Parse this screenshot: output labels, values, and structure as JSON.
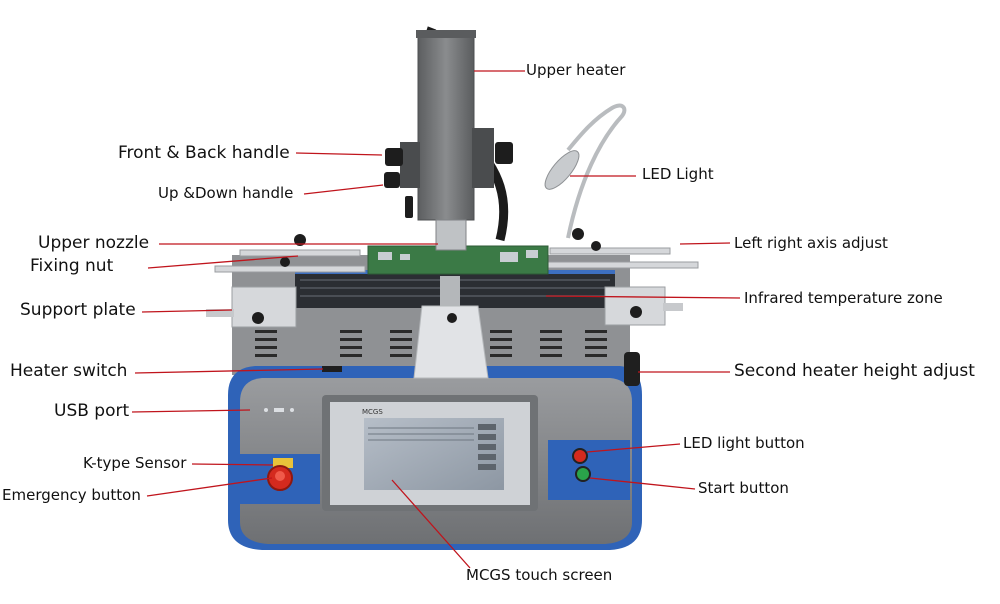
{
  "labels": {
    "upper_heater": "Upper heater",
    "front_back_handle": "Front & Back handle",
    "up_down_handle": "Up &Down handle",
    "led_light": "LED Light",
    "upper_nozzle": "Upper nozzle",
    "left_right_axis": "Left right axis adjust",
    "fixing_nut": "Fixing nut",
    "support_plate": "Support plate",
    "infrared_zone": "Infrared temperature zone",
    "heater_switch": "Heater switch",
    "second_heater": "Second heater height adjust",
    "usb_port": "USB port",
    "k_type_sensor": "K-type Sensor",
    "led_light_button": "LED light button",
    "emergency_button": "Emergency button",
    "start_button": "Start button",
    "touch_screen": "MCGS touch screen"
  },
  "machine": {
    "panel_brand": "MCGS"
  },
  "colors": {
    "leader_line": "#c0141c",
    "body_blue": "#2f63b8",
    "body_gray": "#8c8e91",
    "heater_gray": "#727476",
    "screen": "#9aa4b0",
    "emergency": "#d42a1e",
    "start": "#2aa34a"
  }
}
